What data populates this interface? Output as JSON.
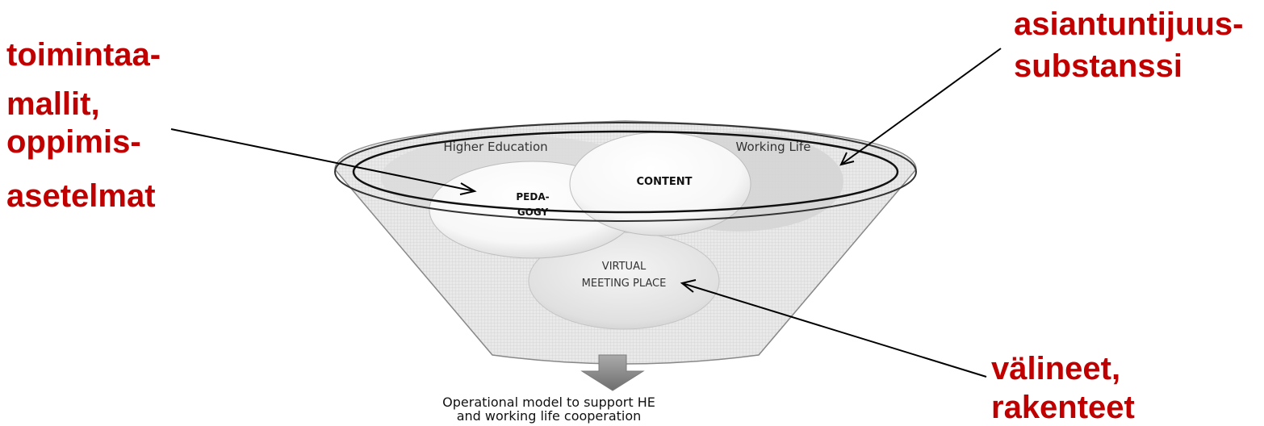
{
  "labels": {
    "left": [
      "toimintaa-",
      "mallit,",
      "oppimis-",
      "asetelmat"
    ],
    "top_right": [
      "asiantuntijuus-",
      "substanssi"
    ],
    "bottom_right": [
      "välineet,",
      "rakenteet"
    ]
  },
  "funnel": {
    "higher_education": "Higher Education",
    "working_life": "Working Life",
    "pedagogy": [
      "PEDA-",
      "GOGY"
    ],
    "content": "CONTENT",
    "virtual_meeting_place": [
      "VIRTUAL",
      "MEETING PLACE"
    ]
  },
  "caption": [
    "Operational model to support HE",
    "and working life cooperation"
  ],
  "colors": {
    "label_red": "#c00000"
  }
}
